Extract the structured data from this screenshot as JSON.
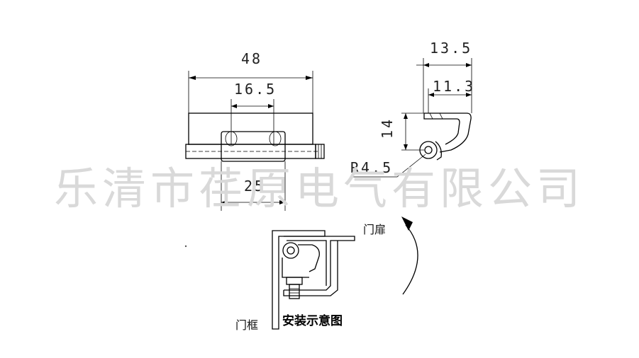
{
  "front_view": {
    "overall_width": "48",
    "inner_width": "16.5",
    "barrel_width": "25"
  },
  "side_view": {
    "width_outer": "13.5",
    "width_inner": "11.3",
    "height": "14",
    "radius": "R4.5"
  },
  "install_view": {
    "door_leaf_label": "门扉",
    "door_frame_label": "门框",
    "caption": "安装示意图"
  },
  "watermark": "乐清市荏原电气有限公司"
}
